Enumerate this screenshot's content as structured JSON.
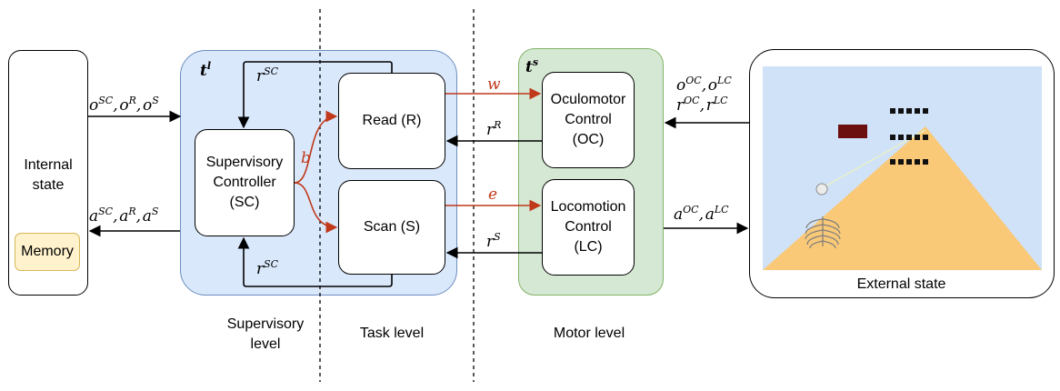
{
  "internal_state": {
    "label_line1": "Internal",
    "label_line2": "state",
    "memory_label": "Memory"
  },
  "supervisory": {
    "time_symbol": "t",
    "time_sup": "l",
    "controller": {
      "line1": "Supervisory",
      "line2": "Controller",
      "line3": "(SC)"
    },
    "branch_label": "b",
    "level_line1": "Supervisory",
    "level_line2": "level"
  },
  "task": {
    "read_label": "Read (R)",
    "scan_label": "Scan (S)",
    "level_label": "Task level",
    "reward_top": {
      "base": "r",
      "sup": "SC"
    },
    "reward_bottom": {
      "base": "r",
      "sup": "SC"
    }
  },
  "motor": {
    "time_symbol": "t",
    "time_sup": "s",
    "oc": {
      "line1": "Oculomotor",
      "line2": "Control",
      "line3": "(OC)"
    },
    "lc": {
      "line1": "Locomotion",
      "line2": "Control",
      "line3": "(LC)"
    },
    "level_label": "Motor level"
  },
  "signals": {
    "w_label": "w",
    "e_label": "e",
    "r_read": {
      "base": "r",
      "sup": "R"
    },
    "r_scan": {
      "base": "r",
      "sup": "S"
    },
    "obs_in": [
      {
        "base": "o",
        "sup": "SC"
      },
      {
        "base": "o",
        "sup": "R"
      },
      {
        "base": "o",
        "sup": "S"
      }
    ],
    "act_out": [
      {
        "base": "a",
        "sup": "SC"
      },
      {
        "base": "a",
        "sup": "R"
      },
      {
        "base": "a",
        "sup": "S"
      }
    ],
    "ext_obs": [
      {
        "base": "o",
        "sup": "OC"
      },
      {
        "base": "o",
        "sup": "LC"
      }
    ],
    "ext_rew": [
      {
        "base": "r",
        "sup": "OC"
      },
      {
        "base": "r",
        "sup": "LC"
      }
    ],
    "ext_act": [
      {
        "base": "a",
        "sup": "OC"
      },
      {
        "base": "a",
        "sup": "LC"
      }
    ]
  },
  "external_state": {
    "label": "External state"
  },
  "colors": {
    "supervisory_fill": "#dae8fc",
    "supervisory_border": "#6c8ebf",
    "motor_fill": "#d5e8d4",
    "motor_border": "#82b366",
    "memory_fill": "#fff2cc",
    "memory_border": "#d6b656",
    "accent_arrow": "#c0391b",
    "sky": "#cfe2f8",
    "sand": "#f9c978",
    "marker": "#6b0f0f"
  }
}
